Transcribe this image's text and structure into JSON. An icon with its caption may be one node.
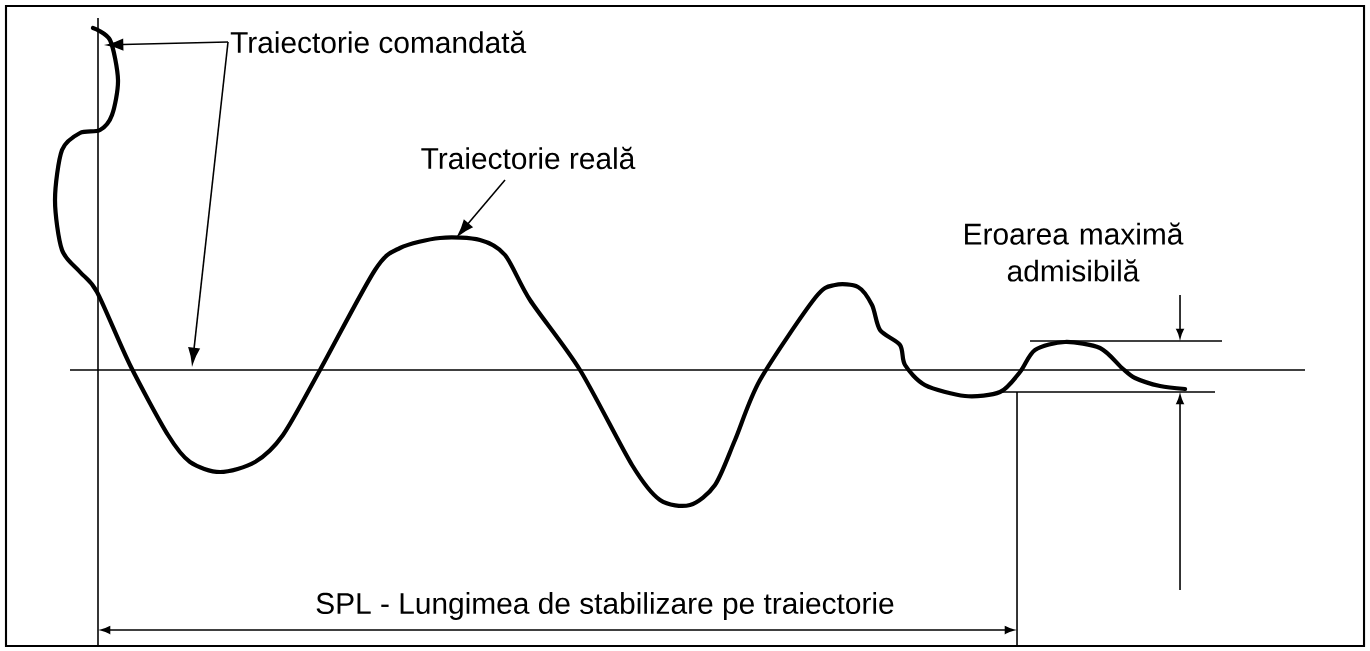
{
  "diagram": {
    "nodes": [
      {
        "text": [
          "Traiectorie comandată"
        ]
      },
      {
        "text": [
          "Traiectorie reală"
        ]
      }
    ],
    "edges": [
      {
        "from": 0,
        "to": null,
        "arrow": "to"
      },
      {
        "from": 0,
        "to": null,
        "arrow": "to"
      },
      {
        "from": 1,
        "to": null,
        "arrow": "to"
      }
    ],
    "labels": [
      "Eroarea maximă admisibilă",
      "SPL - Lungimea de stabilizare pe traiectorie"
    ]
  }
}
